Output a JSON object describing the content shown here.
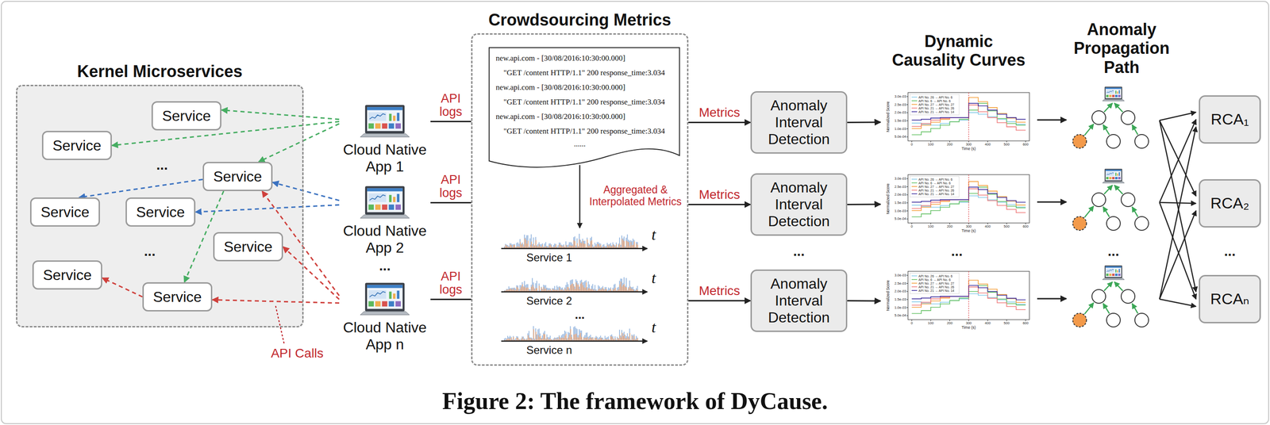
{
  "diagram": {
    "caption": "Figure 2: The framework of DyCause.",
    "nodes": [
      {
        "text": [
          "Kernel Microservices"
        ]
      },
      {
        "text": [
          "Service"
        ],
        "in": 0
      },
      {
        "text": [
          "Service"
        ],
        "in": 0
      },
      {
        "text": [
          "Service"
        ],
        "in": 0
      },
      {
        "text": [
          "Service"
        ],
        "in": 0
      },
      {
        "text": [
          "Service"
        ],
        "in": 0
      },
      {
        "text": [
          "Service"
        ],
        "in": 0
      },
      {
        "text": [
          "Service"
        ],
        "in": 0
      },
      {
        "text": [
          "Service"
        ],
        "in": 0
      },
      {
        "text": [
          "Cloud Native App 1"
        ]
      },
      {
        "text": [
          "Cloud Native App 2"
        ]
      },
      {
        "text": [
          "Cloud Native App n"
        ]
      },
      {
        "text": [
          "Crowdsourcing Metrics"
        ]
      },
      {
        "text": [
          "new.api.com - [30/08/2016:10:30:00.000]",
          "\"GET /content HTTP/1.1\" 200 response_time:3.034",
          "new.api.com - [30/08/2016:10:30:00.000]",
          "\"GET /content HTTP/1.1\" 200 response_time:3.034",
          "new.api.com - [30/08/2016:10:30:00.000]",
          "\"GET /content HTTP/1.1\" 200 response_time:3.034",
          "......"
        ],
        "in": 12
      },
      {
        "text": [
          "Anomaly Interval Detection"
        ]
      },
      {
        "text": [
          "Anomaly Interval Detection"
        ]
      },
      {
        "text": [
          "Anomaly Interval Detection"
        ]
      },
      {
        "text": [
          "3.0e-03",
          "2.5e-03",
          "2.0e-03",
          "1.5e-03",
          "1.0e-03",
          "5.0e-04",
          "0",
          "100",
          "200",
          "300",
          "400",
          "500",
          "600",
          "Time (s)",
          "Normalized Score",
          "API No. 26 → API No. 6",
          "API No. 6 → API No. 6",
          "API No. 27 → API No. 27",
          "API No. 21 → API No. 26",
          "API No. 21 → API No. 14"
        ]
      },
      {
        "text": [
          "3.0e-03",
          "2.5e-03",
          "2.0e-03",
          "1.5e-03",
          "1.0e-03",
          "5.0e-04",
          "0",
          "100",
          "200",
          "300",
          "400",
          "500",
          "600",
          "Time (s)",
          "Normalized Score",
          "API No. 26 → API No. 6",
          "API No. 6 → API No. 6",
          "API No. 27 → API No. 27",
          "API No. 21 → API No. 26",
          "API No. 21 → API No. 14"
        ]
      },
      {
        "text": [
          "3.0e-03",
          "2.5e-03",
          "2.0e-03",
          "1.5e-03",
          "1.0e-03",
          "5.0e-04",
          "0",
          "100",
          "200",
          "300",
          "400",
          "500",
          "600",
          "Time (s)",
          "Normalized Score",
          "API No. 26 → API No. 6",
          "API No. 6 → API No. 6",
          "API No. 27 → API No. 27",
          "API No. 21 → API No. 26",
          "API No. 21 → API No. 14"
        ]
      },
      {
        "text": [
          "RCA₁"
        ]
      },
      {
        "text": [
          "RCA₂"
        ]
      },
      {
        "text": [
          "RCAₙ"
        ]
      }
    ],
    "edges": [
      {
        "from": 9,
        "to": 1,
        "arrow": "to"
      },
      {
        "from": 9,
        "to": 2,
        "arrow": "to"
      },
      {
        "from": 9,
        "to": 3,
        "arrow": "to"
      },
      {
        "from": 3,
        "to": 8,
        "arrow": "to"
      },
      {
        "from": 10,
        "to": 3,
        "arrow": "to"
      },
      {
        "from": 3,
        "to": 4,
        "arrow": "to"
      },
      {
        "from": 10,
        "to": 5,
        "arrow": "to"
      },
      {
        "from": 11,
        "to": 3,
        "arrow": "to"
      },
      {
        "from": 11,
        "to": 6,
        "arrow": "to"
      },
      {
        "from": 11,
        "to": 8,
        "arrow": "to"
      },
      {
        "from": 8,
        "to": 7,
        "arrow": "to"
      },
      {
        "from": 9,
        "to": 12,
        "label": "API logs",
        "arrow": "none"
      },
      {
        "from": 10,
        "to": 12,
        "label": "API logs",
        "arrow": "none"
      },
      {
        "from": 11,
        "to": 12,
        "label": "API logs",
        "arrow": "none"
      },
      {
        "from": 12,
        "to": 14,
        "label": "Metrics",
        "arrow": "to"
      },
      {
        "from": 12,
        "to": 15,
        "label": "Metrics",
        "arrow": "to"
      },
      {
        "from": 12,
        "to": 16,
        "label": "Metrics",
        "arrow": "to"
      },
      {
        "from": 14,
        "to": 17,
        "arrow": "to"
      },
      {
        "from": 15,
        "to": 18,
        "arrow": "to"
      },
      {
        "from": 16,
        "to": 19,
        "arrow": "to"
      }
    ],
    "labels": [
      "...",
      "...",
      "API Calls",
      "...",
      "Aggregated & Interpolated Metrics",
      "Service 1",
      "t",
      "Service 2",
      "t",
      "...",
      "Service n",
      "t",
      "...",
      "Dynamic Causality Curves",
      "...",
      "Anomaly Propagation Path",
      "...",
      "..."
    ]
  }
}
